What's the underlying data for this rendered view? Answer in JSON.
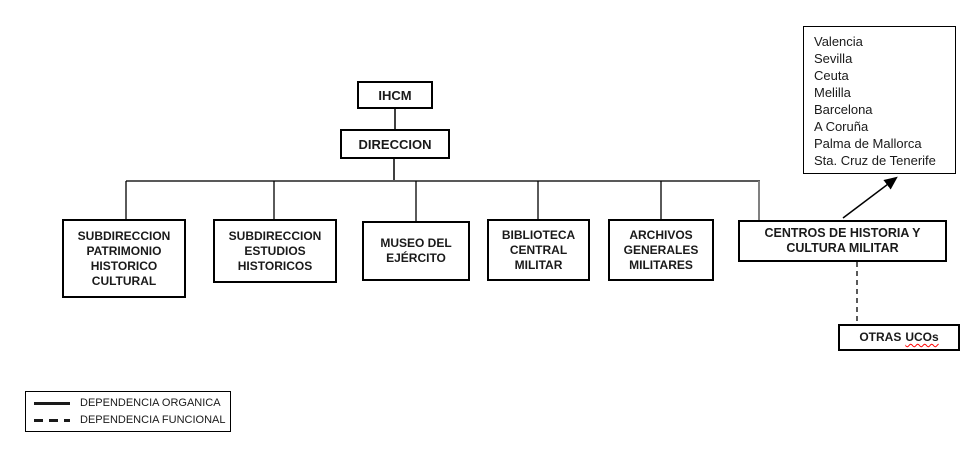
{
  "org": {
    "root": {
      "label": "IHCM"
    },
    "direction": {
      "label": "DIRECCION"
    },
    "units": [
      {
        "label": "SUBDIRECCION PATRIMONIO HISTORICO CULTURAL"
      },
      {
        "label": "SUBDIRECCION ESTUDIOS HISTORICOS"
      },
      {
        "label": "MUSEO DEL EJÉRCITO"
      },
      {
        "label": "BIBLIOTECA CENTRAL MILITAR"
      },
      {
        "label": "ARCHIVOS GENERALES MILITARES"
      },
      {
        "label": "CENTROS DE HISTORIA Y CULTURA MILITAR"
      }
    ],
    "other_unit": {
      "prefix": "OTRAS",
      "misspelled_word": "UCOs"
    }
  },
  "centers_list": {
    "items": [
      "Valencia",
      "Sevilla",
      "Ceuta",
      "Melilla",
      "Barcelona",
      "A Coruña",
      "Palma de Mallorca",
      "Sta. Cruz de Tenerife"
    ]
  },
  "legend": {
    "organic": "DEPENDENCIA ORGANICA",
    "functional": "DEPENDENCIA FUNCIONAL"
  },
  "colors": {
    "background": "#ffffff",
    "box_border": "#000000",
    "line": "#000000",
    "spine": "#595959",
    "spellcheck_underline": "#ff0000"
  }
}
